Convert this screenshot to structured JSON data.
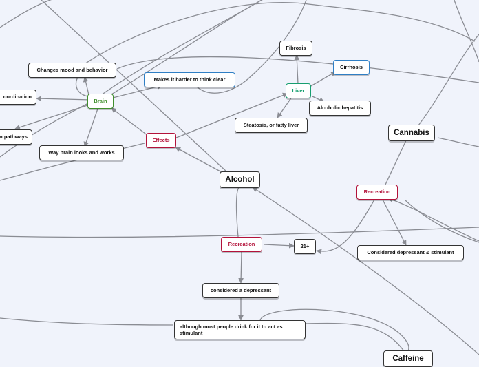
{
  "nodes": {
    "alcohol": "Alcohol",
    "cannabis": "Cannabis",
    "caffeine": "Caffeine",
    "effects": "Effects",
    "brain": "Brain",
    "liver": "Liver",
    "cirrhosis": "Cirrhosis",
    "fibrosis": "Fibrosis",
    "hepatitis": "Alcoholic hepatitis",
    "steatosis": "Steatosis, or fatty liver",
    "mood": "Changes mood and behavior",
    "think": "Makes it harder to think clear",
    "coordination": "oordination",
    "pathways": "n pathways",
    "brain_looks": "Way brain looks and works",
    "alc_recreation": "Recreation",
    "age": "21+",
    "depressant": "considered a depressant",
    "stimulant_note": "although most people drink for it to act as stimulant",
    "can_recreation": "Recreation",
    "dep_stim": "Considered depressant & stimulant"
  },
  "colors": {
    "background": "#f0f3fb",
    "connector": "#8a8c93",
    "recreation": "#b3123a",
    "brain": "#3f8f2d",
    "liver": "#169e6f",
    "cirrhosis": "#2f7fc5"
  }
}
